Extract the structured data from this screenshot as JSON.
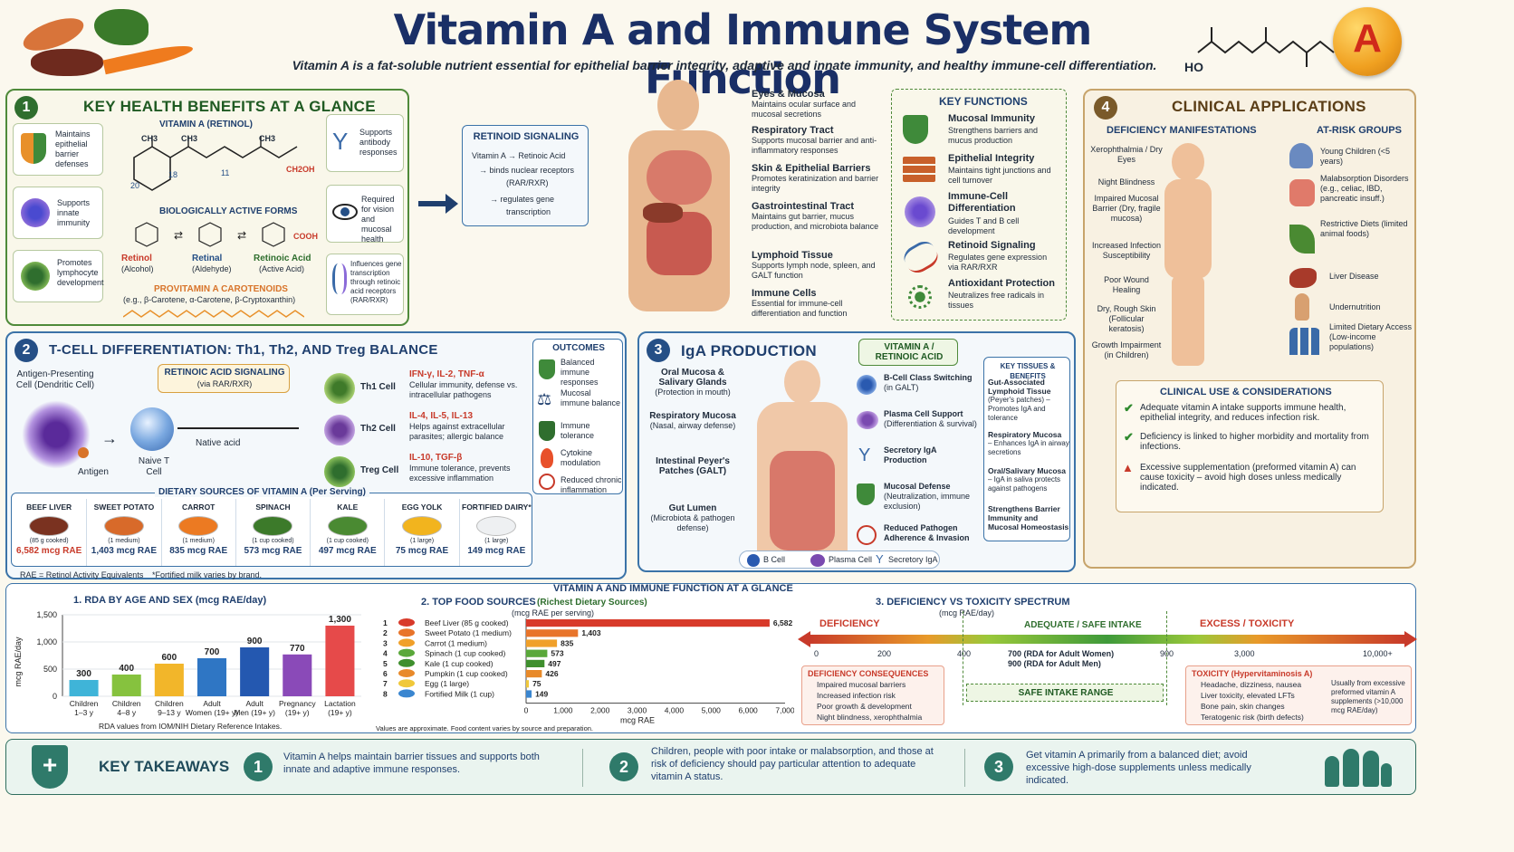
{
  "header": {
    "title": "Vitamin A and Immune System Function",
    "subtitle": "Vitamin A is a fat-soluble nutrient essential for epithelial barrier integrity, adaptive and innate immunity, and healthy immune-cell differentiation.",
    "badge_letter": "A",
    "ho_label": "HO"
  },
  "p1": {
    "num": "1",
    "title": "KEY HEALTH BENEFITS AT A GLANCE",
    "retinol_label": "VITAMIN A (RETINOL)",
    "ch3": "CH3",
    "ch2oh": "CH2OH",
    "atom20": "20",
    "atom18": "18",
    "atom11": "11",
    "benefit1": "Maintains epithelial barrier defenses",
    "benefit2": "Supports innate immunity",
    "benefit3": "Promotes lymphocyte development",
    "benefit4": "Supports antibody responses",
    "benefit5": "Required for vision and mucosal health",
    "benefit6": "Influences gene transcription through retinoic acid receptors (RAR/RXR)",
    "active_forms": "BIOLOGICALLY ACTIVE FORMS",
    "form1": "Retinol",
    "form1_sub": "(Alcohol)",
    "form2": "Retinal",
    "form2_sub": "(Aldehyde)",
    "form3": "Retinoic Acid",
    "form3_sub": "(Active Acid)",
    "cooh": "COOH",
    "provitamin": "PROVITAMIN A CAROTENOIDS",
    "provitamin_sub": "(e.g., β-Carotene, α-Carotene, β-Cryptoxanthin)"
  },
  "signaling": {
    "title": "RETINOID SIGNALING",
    "l1": "Vitamin A → Retinoic Acid",
    "l2": "→ binds nuclear receptors",
    "l3": "(RAR/RXR)",
    "l4": "→ regulates gene",
    "l5": "transcription"
  },
  "body_labels": [
    {
      "title": "Eyes & Mucosa",
      "desc": "Maintains ocular surface and mucosal secretions"
    },
    {
      "title": "Respiratory Tract",
      "desc": "Supports mucosal barrier and anti-inflammatory responses"
    },
    {
      "title": "Skin & Epithelial Barriers",
      "desc": "Promotes keratinization and barrier integrity"
    },
    {
      "title": "Gastrointestinal Tract",
      "desc": "Maintains gut barrier, mucus production, and microbiota balance"
    },
    {
      "title": "Lymphoid Tissue",
      "desc": "Supports lymph node, spleen, and GALT function"
    },
    {
      "title": "Immune Cells",
      "desc": "Essential for immune-cell differentiation and function"
    }
  ],
  "key_functions": {
    "title": "KEY FUNCTIONS",
    "items": [
      {
        "title": "Mucosal Immunity",
        "desc": "Strengthens barriers and mucus production"
      },
      {
        "title": "Epithelial Integrity",
        "desc": "Maintains tight junctions and cell turnover"
      },
      {
        "title": "Immune-Cell Differentiation",
        "desc": "Guides T and B cell development"
      },
      {
        "title": "Retinoid Signaling",
        "desc": "Regulates gene expression via RAR/RXR"
      },
      {
        "title": "Antioxidant Protection",
        "desc": "Neutralizes free radicals in tissues"
      }
    ]
  },
  "p4": {
    "num": "4",
    "title": "CLINICAL APPLICATIONS",
    "def_title": "DEFICIENCY MANIFESTATIONS",
    "risk_title": "AT-RISK GROUPS",
    "deficiencies": [
      "Xerophthalmia / Dry Eyes",
      "Night Blindness",
      "Impaired Mucosal Barrier (Dry, fragile mucosa)",
      "Increased Infection Susceptibility",
      "Poor Wound Healing",
      "Dry, Rough Skin (Follicular keratosis)",
      "Growth Impairment (in Children)"
    ],
    "risk_groups": [
      "Young Children (<5 years)",
      "Malabsorption Disorders (e.g., celiac, IBD, pancreatic insuff.)",
      "Restrictive Diets (limited animal foods)",
      "Liver Disease",
      "Undernutrition",
      "Limited Dietary Access (Low-income populations)"
    ],
    "clinical_title": "CLINICAL USE & CONSIDERATIONS",
    "clin1": "Adequate vitamin A intake supports immune health, epithelial integrity, and reduces infection risk.",
    "clin2": "Deficiency is linked to higher morbidity and mortality from infections.",
    "clin3": "Excessive supplementation (preformed vitamin A) can cause toxicity – avoid high doses unless medically indicated."
  },
  "p2": {
    "num": "2",
    "title": "T-CELL DIFFERENTIATION: Th1, Th2, AND Treg BALANCE",
    "apc": "Antigen-Presenting Cell (Dendritic Cell)",
    "antigen": "Antigen",
    "ra_box": "RETINOIC ACID SIGNALING",
    "ra_box_sub": "(via RAR/RXR)",
    "naive_label": "Naive T Cell",
    "naive_line": "Native acid",
    "cells": [
      {
        "name": "Th1 Cell",
        "cyto": "IFN-γ, IL-2, TNF-α",
        "desc": "Cellular immunity, defense vs. intracellular pathogens"
      },
      {
        "name": "Th2 Cell",
        "cyto": "IL-4, IL-5, IL-13",
        "desc": "Helps against extracellular parasites; allergic balance"
      },
      {
        "name": "Treg Cell",
        "cyto": "IL-10, TGF-β",
        "desc": "Immune tolerance, prevents excessive inflammation"
      }
    ],
    "outcomes_title": "OUTCOMES",
    "outcomes": [
      "Balanced immune responses",
      "Mucosal immune balance",
      "Immune tolerance",
      "Cytokine modulation",
      "Reduced chronic inflammation"
    ]
  },
  "dietary": {
    "title": "DIETARY SOURCES OF VITAMIN A (Per Serving)",
    "items": [
      {
        "name": "BEEF LIVER",
        "serving": "(85 g cooked)",
        "value": "6,582 mcg RAE",
        "color": "#7a3220"
      },
      {
        "name": "SWEET POTATO",
        "serving": "(1 medium)",
        "value": "1,403 mcg RAE",
        "color": "#d86a2a"
      },
      {
        "name": "CARROT",
        "serving": "(1 medium)",
        "value": "835 mcg RAE",
        "color": "#ec7a22"
      },
      {
        "name": "SPINACH",
        "serving": "(1 cup cooked)",
        "value": "573 mcg RAE",
        "color": "#3c7a2a"
      },
      {
        "name": "KALE",
        "serving": "(1 cup cooked)",
        "value": "497 mcg RAE",
        "color": "#4a8a32"
      },
      {
        "name": "EGG YOLK",
        "serving": "(1 large)",
        "value": "75 mcg RAE",
        "color": "#f2b41e"
      },
      {
        "name": "FORTIFIED DAIRY*",
        "serving": "(1 large)",
        "value": "149 mcg RAE",
        "color": "#eef0f2"
      }
    ],
    "footnote1": "RAE = Retinol Activity Equivalents",
    "footnote2": "*Fortified milk varies by brand."
  },
  "p3": {
    "num": "3",
    "title": "IgA PRODUCTION",
    "va_box": "VITAMIN A / RETINOIC ACID",
    "left_labels": [
      {
        "title": "Oral Mucosa & Salivary Glands",
        "desc": "(Protection in mouth)"
      },
      {
        "title": "Respiratory Mucosa",
        "desc": "(Nasal, airway defense)"
      },
      {
        "title": "Intestinal Peyer's Patches (GALT)",
        "desc": ""
      },
      {
        "title": "Gut Lumen",
        "desc": "(Microbiota & pathogen defense)"
      }
    ],
    "steps": [
      {
        "title": "B-Cell Class Switching",
        "desc": "(in GALT)"
      },
      {
        "title": "Plasma Cell Support",
        "desc": "(Differentiation & survival)"
      },
      {
        "title": "Secretory IgA Production",
        "desc": ""
      },
      {
        "title": "Mucosal Defense",
        "desc": "(Neutralization, immune exclusion)"
      },
      {
        "title": "Reduced Pathogen Adherence & Invasion",
        "desc": ""
      }
    ],
    "tissues_title": "KEY TISSUES & BENEFITS",
    "tissues": [
      {
        "title": "Gut-Associated Lymphoid Tissue",
        "desc": "(Peyer's patches) – Promotes IgA and tolerance"
      },
      {
        "title": "Respiratory Mucosa",
        "desc": "– Enhances IgA in airway secretions"
      },
      {
        "title": "Oral/Salivary Mucosa",
        "desc": "– IgA in saliva protects against pathogens"
      },
      {
        "title": "Strengthens Barrier Immunity and Mucosal Homeostasis",
        "desc": ""
      }
    ],
    "legend": [
      "B Cell",
      "Plasma Cell",
      "Secretory IgA"
    ]
  },
  "glance": {
    "title": "VITAMIN A AND IMMUNE FUNCTION AT A GLANCE"
  },
  "chart_data": [
    {
      "type": "bar",
      "title": "1. RDA BY AGE AND SEX (mcg RAE/day)",
      "ylabel": "mcg RAE/day",
      "categories": [
        "Children 1–3 y",
        "Children 4–8 y",
        "Children 9–13 y",
        "Adult Women (19+ y)",
        "Adult Men (19+ y)",
        "Pregnancy (19+ y)",
        "Lactation (19+ y)"
      ],
      "values": [
        300,
        400,
        600,
        700,
        900,
        770,
        1300
      ],
      "value_labels": [
        "300",
        "400",
        "600",
        "700",
        "900",
        "770",
        "1,300"
      ],
      "colors": [
        "#3fb4d8",
        "#86c23e",
        "#f2b62a",
        "#2f76c4",
        "#2458b0",
        "#8a4ab8",
        "#e64a4a"
      ],
      "ylim": [
        0,
        1500
      ],
      "yticks": [
        "0",
        "500",
        "1,000",
        "1,500"
      ],
      "note": "RDA values from IOM/NIH Dietary Reference Intakes."
    },
    {
      "type": "bar",
      "orientation": "horizontal",
      "title": "2. TOP FOOD SOURCES",
      "subtitle": "(Richest Dietary Sources)",
      "unit_note": "(mcg RAE per serving)",
      "ranks": [
        "1",
        "2",
        "3",
        "4",
        "5",
        "6",
        "7",
        "8"
      ],
      "categories": [
        "Beef Liver (85 g cooked)",
        "Sweet Potato (1 medium)",
        "Carrot (1 medium)",
        "Spinach (1 cup cooked)",
        "Kale (1 cup cooked)",
        "Pumpkin (1 cup cooked)",
        "Egg (1 large)",
        "Fortified Milk (1 cup)"
      ],
      "values": [
        6582,
        1403,
        835,
        573,
        497,
        426,
        75,
        149
      ],
      "value_labels": [
        "6,582",
        "1,403",
        "835",
        "573",
        "497",
        "426",
        "75",
        "149"
      ],
      "colors": [
        "#d83a2a",
        "#e8742a",
        "#f0a02a",
        "#5aa83a",
        "#3f8f2e",
        "#e88a2a",
        "#f0c83a",
        "#3a86d0"
      ],
      "xlim": [
        0,
        7000
      ],
      "xticks": [
        "0",
        "1,000",
        "2,000",
        "3,000",
        "4,000",
        "5,000",
        "6,000",
        "7,000"
      ],
      "xlabel": "mcg RAE",
      "note": "Values are approximate. Food content varies by source and preparation."
    }
  ],
  "spectrum": {
    "title": "3. DEFICIENCY VS TOXICITY SPECTRUM",
    "unit": "(mcg RAE/day)",
    "zone_def": "DEFICIENCY",
    "zone_ok": "ADEQUATE / SAFE INTAKE",
    "zone_tox": "EXCESS / TOXICITY",
    "ticks": [
      "0",
      "200",
      "400",
      "900",
      "3,000",
      "10,000+"
    ],
    "rda_w": "700 (RDA for Adult Women)",
    "rda_m": "900 (RDA for Adult Men)",
    "def_title": "DEFICIENCY CONSEQUENCES",
    "def_items": [
      "Impaired mucosal barriers",
      "Increased infection risk",
      "Poor growth & development",
      "Night blindness, xerophthalmia"
    ],
    "safe": "SAFE INTAKE RANGE",
    "tox_title": "TOXICITY (Hypervitaminosis A)",
    "tox_items": [
      "Headache, dizziness, nausea",
      "Liver toxicity, elevated LFTs",
      "Bone pain, skin changes",
      "Teratogenic risk (birth defects)"
    ],
    "tox_note": "Usually from excessive preformed vitamin A supplements (>10,000 mcg RAE/day)"
  },
  "takeaways": {
    "title": "KEY TAKEAWAYS",
    "items": [
      {
        "num": "1",
        "text": "Vitamin A helps maintain barrier tissues and supports both innate and adaptive immune responses."
      },
      {
        "num": "2",
        "text": "Children, people with poor intake or malabsorption, and those at risk of deficiency should pay particular attention to adequate vitamin A status."
      },
      {
        "num": "3",
        "text": "Get vitamin A primarily from a balanced diet; avoid excessive high-dose supplements unless medically indicated."
      }
    ]
  },
  "colors": {
    "green": "#2f6e2e",
    "navy": "#1f3f6e",
    "tan": "#7a5a2a",
    "red": "#c83a2a"
  }
}
